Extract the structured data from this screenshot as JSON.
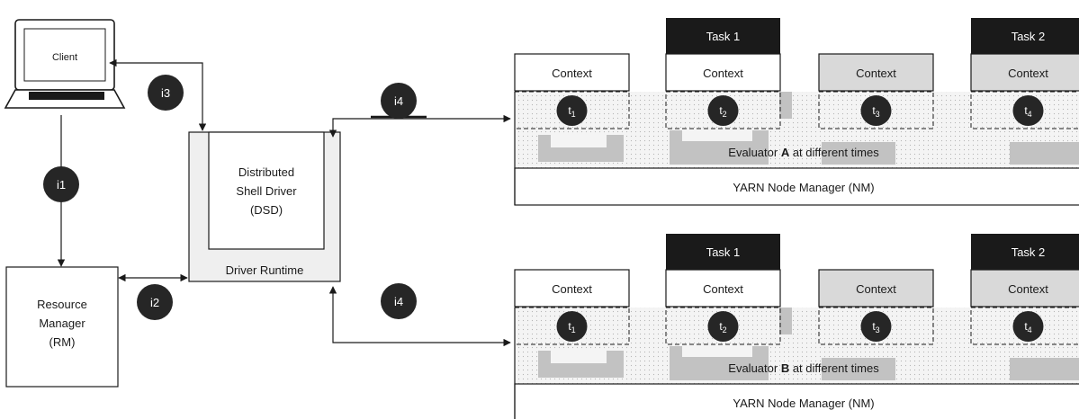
{
  "client": {
    "label": "Client"
  },
  "resource_manager": {
    "line1": "Resource",
    "line2": "Manager",
    "line3": "(RM)"
  },
  "driver": {
    "line1": "Distributed",
    "line2": "Shell Driver",
    "line3": "(DSD)",
    "runtime_label": "Driver Runtime"
  },
  "steps": {
    "i1": "i1",
    "i2": "i2",
    "i3": "i3",
    "i4a": "i4",
    "i4b": "i4"
  },
  "node_a": {
    "tasks": [
      "Task 1",
      "Task 2"
    ],
    "context_label": "Context",
    "times": [
      "t",
      "t",
      "t",
      "t"
    ],
    "time_subs": [
      "1",
      "2",
      "3",
      "4"
    ],
    "evaluator_prefix": "Evaluator ",
    "evaluator_name": "A",
    "evaluator_suffix": " at different times",
    "nm_label": "YARN Node Manager (NM)"
  },
  "node_b": {
    "tasks": [
      "Task 1",
      "Task 2"
    ],
    "context_label": "Context",
    "times": [
      "t",
      "t",
      "t",
      "t"
    ],
    "time_subs": [
      "1",
      "2",
      "3",
      "4"
    ],
    "evaluator_prefix": "Evaluator ",
    "evaluator_name": "B",
    "evaluator_suffix": " at different times",
    "nm_label": "YARN Node Manager (NM)"
  },
  "colors": {
    "badge": "#262626",
    "task_header": "#1a1a1a",
    "context_gray": "#d9d9d9",
    "driver_frame": "#efefef",
    "eval_fill": "#f1f1f1",
    "gray_block": "#c2c2c2"
  }
}
